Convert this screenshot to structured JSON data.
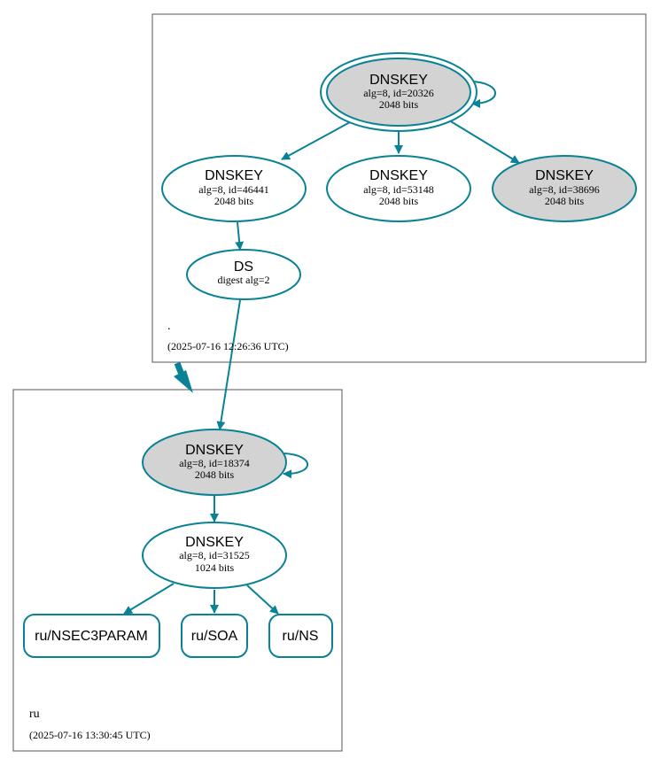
{
  "colors": {
    "accent": "#0a8296",
    "ksk_fill": "#d3d3d3",
    "plain_fill": "#ffffff",
    "border": "#555555"
  },
  "zones": {
    "root": {
      "name": ".",
      "timestamp": "(2025-07-16 12:26:36 UTC)"
    },
    "ru": {
      "name": "ru",
      "timestamp": "(2025-07-16 13:30:45 UTC)"
    }
  },
  "nodes": {
    "root_ksk": {
      "title": "DNSKEY",
      "line1": "alg=8, id=20326",
      "line2": "2048 bits"
    },
    "root_zsk1": {
      "title": "DNSKEY",
      "line1": "alg=8, id=46441",
      "line2": "2048 bits"
    },
    "root_zsk2": {
      "title": "DNSKEY",
      "line1": "alg=8, id=53148",
      "line2": "2048 bits"
    },
    "root_ksk2": {
      "title": "DNSKEY",
      "line1": "alg=8, id=38696",
      "line2": "2048 bits"
    },
    "ds": {
      "title": "DS",
      "line1": "digest alg=2"
    },
    "ru_ksk": {
      "title": "DNSKEY",
      "line1": "alg=8, id=18374",
      "line2": "2048 bits"
    },
    "ru_zsk": {
      "title": "DNSKEY",
      "line1": "alg=8, id=31525",
      "line2": "1024 bits"
    },
    "ru_nsec3param": {
      "title": "ru/NSEC3PARAM"
    },
    "ru_soa": {
      "title": "ru/SOA"
    },
    "ru_ns": {
      "title": "ru/NS"
    }
  }
}
